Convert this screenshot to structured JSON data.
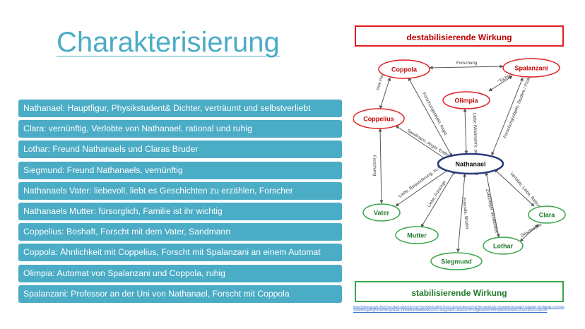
{
  "title": "Charakterisierung",
  "characters": [
    "Nathanael: Hauptfigur, Physikstudent& Dichter, verträumt und selbstverliebt",
    "Clara: vernünftig, Verlobte von Nathanael, rational und ruhig",
    "Lothar: Freund Nathanaels und Claras Bruder",
    "Siegmund: Freund Nathanaels, vernünftig",
    "Nathanaels Vater: liebevoll, liebt es Geschichten zu erzählen, Forscher",
    "Nathanaels Mutter: fürsorglich, Familie ist ihr wichtig",
    "Coppelius: Boshaft, Forscht mit dem Vater, Sandmann",
    "Coppola: Ähnlichkeit mit Coppelius, Forscht mit Spalanzani an einem Automat",
    "Olimpia: Automat von Spalanzani und Coppola, ruhig",
    "Spalanzani: Professor an der Uni von Nathanael, Forscht mit Coppola"
  ],
  "destabilizing_label": "destabilisierende Wirkung",
  "stabilizing_label": "stabilisierende Wirkung",
  "colors": {
    "accent": "#4bacc6",
    "red": "#e02020",
    "green": "#3aa74a"
  },
  "nodes": {
    "coppola": "Coppola",
    "spalanzani": "Spalanzani",
    "olimpia": "Olimpia",
    "coppelius": "Coppelius",
    "nathanael": "Nathanael",
    "vater": "Vater",
    "mutter": "Mutter",
    "siegmund": "Siegmund",
    "lothar": "Lothar",
    "clara": "Clara"
  },
  "edge_labels": {
    "forschung_top": "Forschung",
    "tochter": "\"Tochter\"",
    "eine_person": "eine Person?",
    "forschungsobjekt_angst": "Forschungsobjekt, Angst",
    "liebe_wahnsinn": "Liebe (Wahnsinn), perfekte Frau",
    "forschungsobjekt_student": "Forschungsobjekt, Student / Professor",
    "sandmann": "Sandmann, Angst, Entfremdung d. Vaters",
    "forschung_left": "Forschung",
    "liebe_bewunderung": "Liebe, Bewunderung, zu früher Tod",
    "liebe_fuersorge": "Liebe, Fürsorge",
    "freunde_brueder": "Freunde, Brüder",
    "zukuenftiger_verwandter": "Zukünftiger Verwandter",
    "verlobte": "Verlobte, Liebe, Rationalität",
    "geschwister": "Geschwister"
  },
  "source_text": "https://www.google.de/url?sa=i&url=https%3A%2F%2Fwww.frustfrei-lernen.de%2Fdeutsch%2Fder-sandmann-charakterisierungen-aufgaben.html&psig=AOvVaw1w40TFawjwDgC3A9YOEwyF&ust=1622381632096000&source=images&cd=vfe&ved=0CAIQjRxqFwoTCPCaB9vx5vEfaStAAAAAAdAAAAABAAD"
}
